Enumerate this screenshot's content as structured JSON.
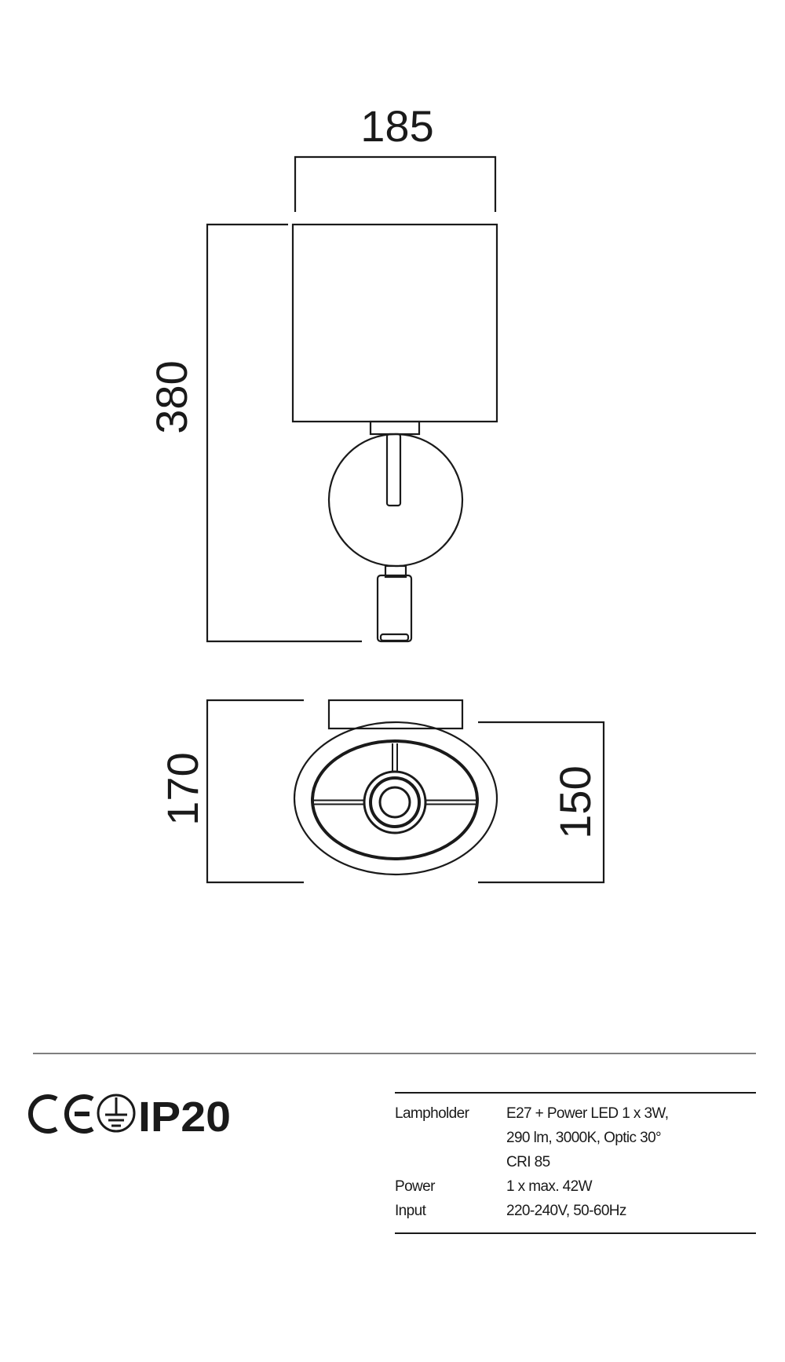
{
  "dimensions": {
    "width": "185",
    "height": "380",
    "depth_total": "170",
    "depth_shade": "150"
  },
  "certifications": {
    "ce": "CE",
    "earth": "protective-earth-icon",
    "ip": "IP20"
  },
  "specs": [
    {
      "label": "Lampholder",
      "lines": [
        "E27 + Power LED 1 x 3W,",
        "290 lm, 3000K, Optic 30°",
        "CRI 85"
      ]
    },
    {
      "label": "Power",
      "lines": [
        "1 x max. 42W"
      ]
    },
    {
      "label": "Input",
      "lines": [
        "220-240V, 50-60Hz"
      ]
    }
  ]
}
